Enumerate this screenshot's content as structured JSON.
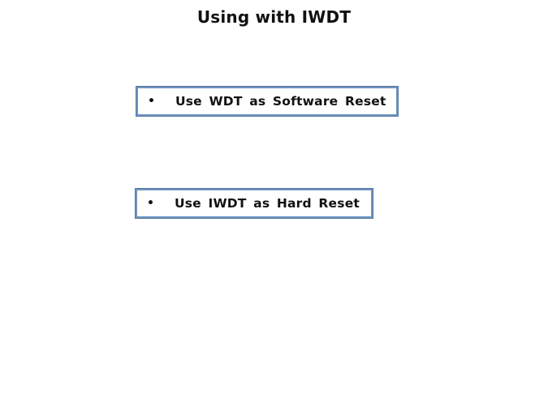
{
  "slide": {
    "title": "Using with IWDT",
    "background_color": "#ffffff",
    "text_color": "#111111",
    "box_border_color": "#7094be",
    "box_border_outer_color": "#54779e"
  },
  "bullets": [
    {
      "marker": "•",
      "label": "Use WDT as Software Reset"
    },
    {
      "marker": "•",
      "label": "Use IWDT as Hard Reset"
    }
  ]
}
